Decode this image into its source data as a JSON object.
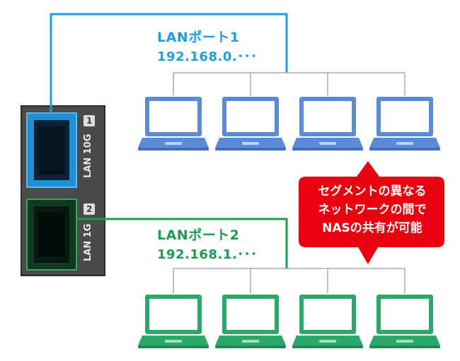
{
  "port1": {
    "name": "LANポート1",
    "ip": "192.168.0.･･･",
    "color": "#1e9ee0",
    "count": 4
  },
  "port2": {
    "name": "LANポート2",
    "ip": "192.168.1.･･･",
    "color": "#1f9a52",
    "count": 4
  },
  "device": {
    "port1_label": "LAN 10G",
    "port1_num": "1",
    "port2_label": "LAN 1G",
    "port2_num": "2"
  },
  "callout": {
    "lines": [
      "セグメントの異なる",
      "ネットワークの間で",
      "NASの共有が可能"
    ],
    "color": "#e8000e"
  }
}
